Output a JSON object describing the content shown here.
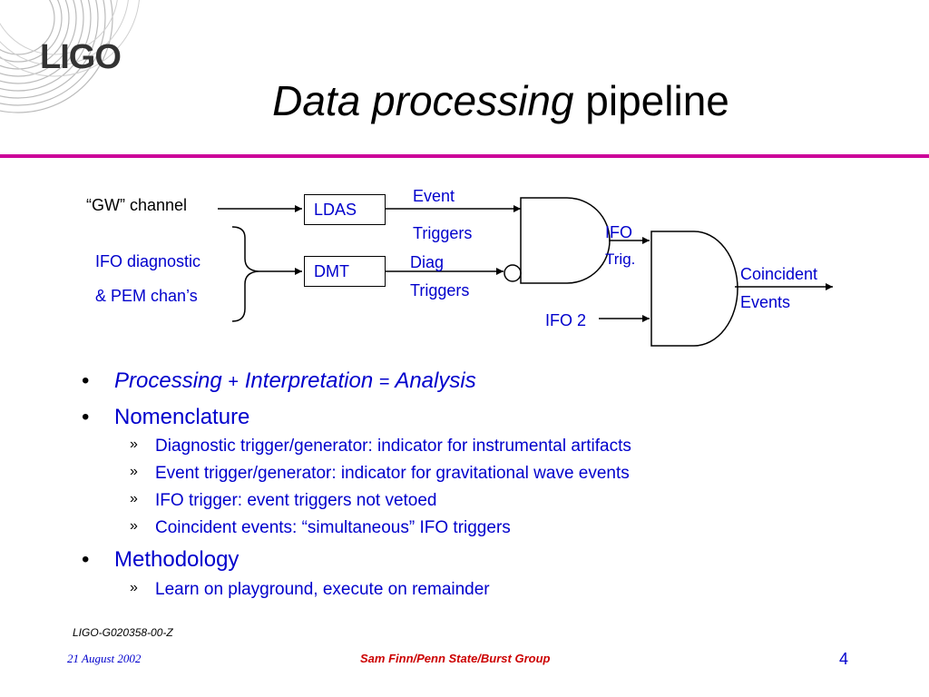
{
  "logo": {
    "text": "LIGO"
  },
  "title": {
    "italic": "Data processing",
    "rest": "pipeline"
  },
  "diagram": {
    "gw_channel": "“GW” channel",
    "ifo_diagnostic_line1": "IFO diagnostic",
    "ifo_diagnostic_line2": "& PEM chan’s",
    "ldas": "LDAS",
    "dmt": "DMT",
    "event": "Event",
    "triggers_top": "Triggers",
    "diag": "Diag",
    "triggers_bottom": "Triggers",
    "ifo_trig_line1": "IFO",
    "ifo_trig_line2": "Trig.",
    "ifo2": "IFO 2",
    "coincident": "Coincident",
    "events": "Events"
  },
  "bullets": {
    "processing": "Processing",
    "plus": "+",
    "interpretation": "Interpretation",
    "equals": "=",
    "analysis": "Analysis",
    "nomenclature": "Nomenclature",
    "nomenclature_items": [
      "Diagnostic trigger/generator: indicator for instrumental artifacts",
      "Event trigger/generator: indicator for gravitational wave events",
      "IFO trigger: event triggers not vetoed",
      "Coincident events: “simultaneous” IFO triggers"
    ],
    "methodology": "Methodology",
    "methodology_items": [
      "Learn on playground, execute on remainder"
    ],
    "bullet_char": "•",
    "sub_char": "»"
  },
  "footer": {
    "doc_id": "LIGO-G020358-00-Z",
    "date": "21 August 2002",
    "author": "Sam Finn/Penn State/Burst Group",
    "page": "4"
  },
  "colors": {
    "accent_rule": "#cc0099",
    "text_blue": "#0000cc",
    "author_red": "#cc0000"
  }
}
